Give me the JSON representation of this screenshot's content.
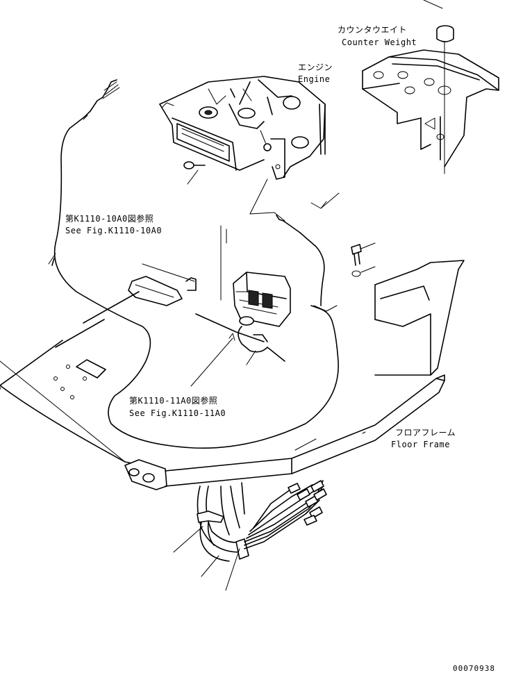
{
  "labels": {
    "counter_weight_jp": "カウンタウエイト",
    "counter_weight_en": "Counter Weight",
    "engine_jp": "エンジン",
    "engine_en": "Engine",
    "ref1_jp": "第K1110-10A0図参照",
    "ref1_en": "See Fig.K1110-10A0",
    "ref2_jp": "第K1110-11A0図参照",
    "ref2_en": "See Fig.K1110-11A0",
    "floor_frame_jp": "フロアフレーム",
    "floor_frame_en": "Floor Frame"
  },
  "drawing_number": "00070938"
}
